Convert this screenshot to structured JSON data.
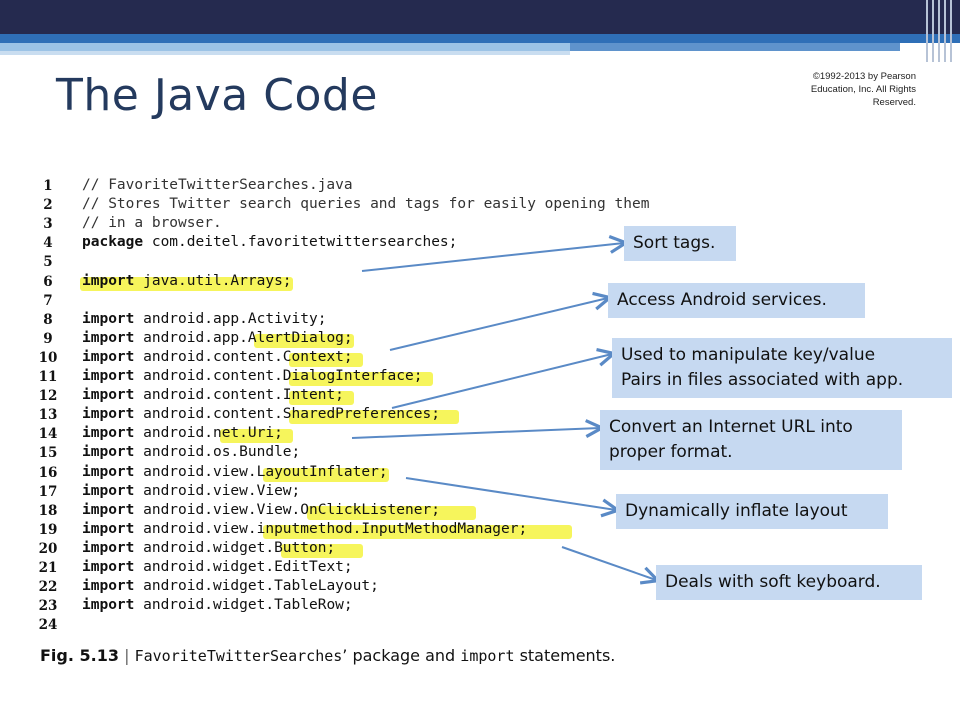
{
  "slide": {
    "title": "The Java Code",
    "copyright": "©1992-2013 by Pearson Education, Inc. All Rights Reserved."
  },
  "code_lines": [
    {
      "n": "1",
      "pre": "",
      "kw": "",
      "rest": "// FavoriteTwitterSearches.java",
      "comment": true
    },
    {
      "n": "2",
      "pre": "",
      "kw": "",
      "rest": "// Stores Twitter search queries and tags for easily opening them",
      "comment": true
    },
    {
      "n": "3",
      "pre": "",
      "kw": "",
      "rest": "// in a browser.",
      "comment": true
    },
    {
      "n": "4",
      "kw": "package",
      "rest": " com.deitel.favoritetwittersearches;"
    },
    {
      "n": "5",
      "kw": "",
      "rest": ""
    },
    {
      "n": "6",
      "kw": "import",
      "rest": " java.util.Arrays;"
    },
    {
      "n": "7",
      "kw": "",
      "rest": ""
    },
    {
      "n": "8",
      "kw": "import",
      "rest": " android.app.Activity;"
    },
    {
      "n": "9",
      "kw": "import",
      "rest": " android.app.AlertDialog;"
    },
    {
      "n": "10",
      "kw": "import",
      "rest": " android.content.Context;"
    },
    {
      "n": "11",
      "kw": "import",
      "rest": " android.content.DialogInterface;"
    },
    {
      "n": "12",
      "kw": "import",
      "rest": " android.content.Intent;"
    },
    {
      "n": "13",
      "kw": "import",
      "rest": " android.content.SharedPreferences;"
    },
    {
      "n": "14",
      "kw": "import",
      "rest": " android.net.Uri;"
    },
    {
      "n": "15",
      "kw": "import",
      "rest": " android.os.Bundle;"
    },
    {
      "n": "16",
      "kw": "import",
      "rest": " android.view.LayoutInflater;"
    },
    {
      "n": "17",
      "kw": "import",
      "rest": " android.view.View;"
    },
    {
      "n": "18",
      "kw": "import",
      "rest": " android.view.View.OnClickListener;"
    },
    {
      "n": "19",
      "kw": "import",
      "rest": " android.view.inputmethod.InputMethodManager;"
    },
    {
      "n": "20",
      "kw": "import",
      "rest": " android.widget.Button;"
    },
    {
      "n": "21",
      "kw": "import",
      "rest": " android.widget.EditText;"
    },
    {
      "n": "22",
      "kw": "import",
      "rest": " android.widget.TableLayout;"
    },
    {
      "n": "23",
      "kw": "import",
      "rest": " android.widget.TableRow;"
    },
    {
      "n": "24",
      "kw": "",
      "rest": ""
    }
  ],
  "callouts": {
    "sort_tags": "Sort tags.",
    "android_services": "Access Android services.",
    "key_value_1": "Used to manipulate key/value",
    "key_value_2": "Pairs in files associated with app.",
    "url_1": "Convert an Internet URL into",
    "url_2": "proper format.",
    "inflate_layout": "Dynamically inflate layout",
    "soft_keyboard": "Deals with soft keyboard."
  },
  "caption": {
    "fig": "Fig. 5.13",
    "sep": "|",
    "text_code1": "FavoriteTwitterSearches",
    "text_mid": "’ package and ",
    "text_code2": "import",
    "text_end": " statements."
  },
  "colors": {
    "title": "#243a5e",
    "callout_bg": "#c6d9f1",
    "highlight": "#f5f340",
    "arrow": "#5a8ac6"
  }
}
